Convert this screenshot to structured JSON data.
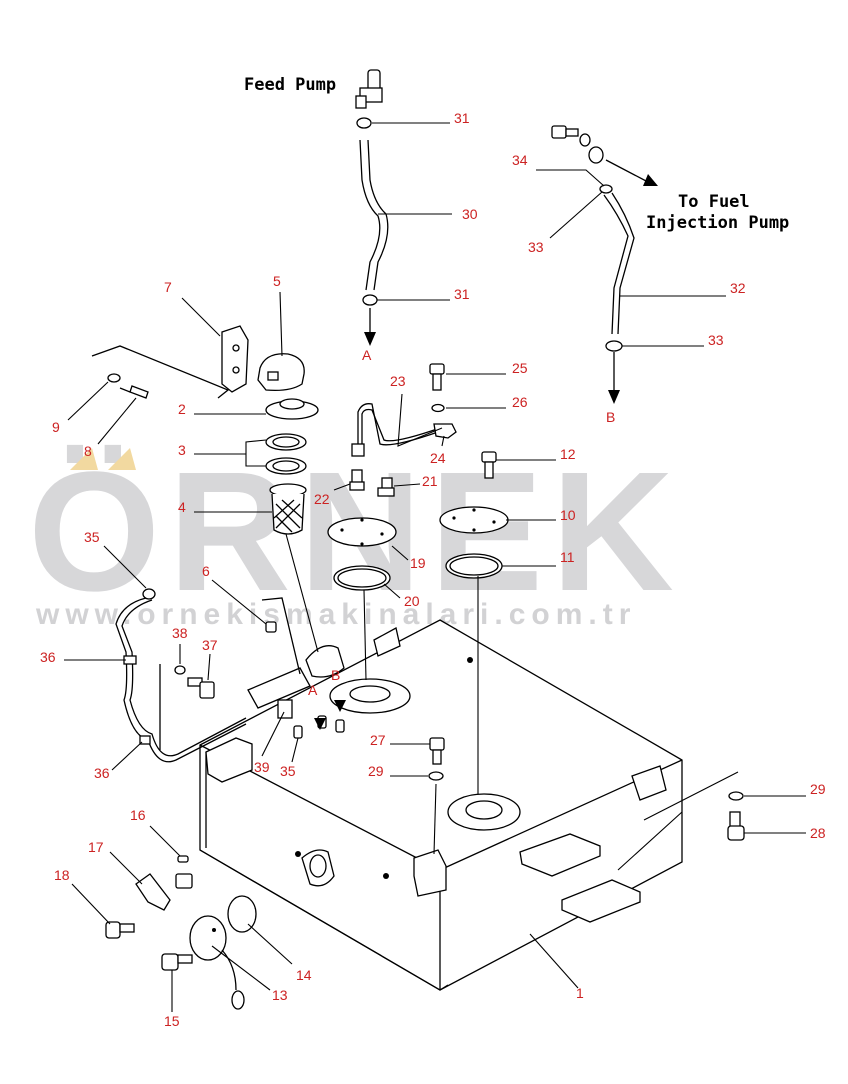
{
  "captions": {
    "feed_pump": "Feed Pump",
    "to_fuel_line1": "To Fuel",
    "to_fuel_line2": "Injection Pump"
  },
  "watermark": {
    "brand": "ÖRNEK",
    "url": "www.ornekismakinalari.com.tr",
    "color": "#d7d7d9"
  },
  "flow_markers": {
    "a": "A",
    "b": "B"
  },
  "callouts": [
    {
      "id": "c31a",
      "label": "31"
    },
    {
      "id": "c30",
      "label": "30"
    },
    {
      "id": "c31b",
      "label": "31"
    },
    {
      "id": "c34",
      "label": "34"
    },
    {
      "id": "c33a",
      "label": "33"
    },
    {
      "id": "c32",
      "label": "32"
    },
    {
      "id": "c33b",
      "label": "33"
    },
    {
      "id": "c7",
      "label": "7"
    },
    {
      "id": "c5",
      "label": "5"
    },
    {
      "id": "c9",
      "label": "9"
    },
    {
      "id": "c8",
      "label": "8"
    },
    {
      "id": "c2",
      "label": "2"
    },
    {
      "id": "c3",
      "label": "3"
    },
    {
      "id": "c4",
      "label": "4"
    },
    {
      "id": "c23",
      "label": "23"
    },
    {
      "id": "c25",
      "label": "25"
    },
    {
      "id": "c26",
      "label": "26"
    },
    {
      "id": "c24",
      "label": "24"
    },
    {
      "id": "c12",
      "label": "12"
    },
    {
      "id": "c22",
      "label": "22"
    },
    {
      "id": "c21",
      "label": "21"
    },
    {
      "id": "c10",
      "label": "10"
    },
    {
      "id": "c19",
      "label": "19"
    },
    {
      "id": "c11",
      "label": "11"
    },
    {
      "id": "c20",
      "label": "20"
    },
    {
      "id": "c35a",
      "label": "35"
    },
    {
      "id": "c6",
      "label": "6"
    },
    {
      "id": "c38",
      "label": "38"
    },
    {
      "id": "c37",
      "label": "37"
    },
    {
      "id": "c36a",
      "label": "36"
    },
    {
      "id": "c36b",
      "label": "36"
    },
    {
      "id": "c39",
      "label": "39"
    },
    {
      "id": "c35b",
      "label": "35"
    },
    {
      "id": "c27",
      "label": "27"
    },
    {
      "id": "c29a",
      "label": "29"
    },
    {
      "id": "c29b",
      "label": "29"
    },
    {
      "id": "c28",
      "label": "28"
    },
    {
      "id": "c16",
      "label": "16"
    },
    {
      "id": "c17",
      "label": "17"
    },
    {
      "id": "c18",
      "label": "18"
    },
    {
      "id": "c14",
      "label": "14"
    },
    {
      "id": "c13",
      "label": "13"
    },
    {
      "id": "c15",
      "label": "15"
    },
    {
      "id": "c1",
      "label": "1"
    }
  ]
}
